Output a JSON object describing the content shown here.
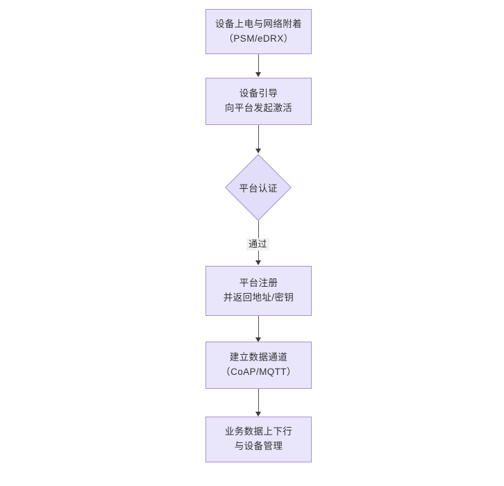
{
  "diagram": {
    "type": "flowchart",
    "orientation": "top-to-bottom",
    "background_color": "#ffffff",
    "node_fill_color": "#e9e5fb",
    "node_border_color": "#a98fd7",
    "node_text_color": "#333333",
    "edge_color": "#555555",
    "nodes": [
      {
        "id": "n1",
        "shape": "rectangle",
        "lines": [
          "设备上电与网络附着",
          "（PSM/eDRX）"
        ]
      },
      {
        "id": "n2",
        "shape": "rectangle",
        "lines": [
          "设备引导",
          "向平台发起激活"
        ]
      },
      {
        "id": "n3",
        "shape": "diamond",
        "lines": [
          "平台认证"
        ]
      },
      {
        "id": "n4",
        "shape": "rectangle",
        "lines": [
          "平台注册",
          "并返回地址/密钥"
        ]
      },
      {
        "id": "n5",
        "shape": "rectangle",
        "lines": [
          "建立数据通道",
          "（CoAP/MQTT）"
        ]
      },
      {
        "id": "n6",
        "shape": "rectangle",
        "lines": [
          "业务数据上下行",
          "与设备管理"
        ]
      }
    ],
    "edges": [
      {
        "id": "e1",
        "from": "n1",
        "to": "n2",
        "label": ""
      },
      {
        "id": "e2",
        "from": "n2",
        "to": "n3",
        "label": ""
      },
      {
        "id": "e3",
        "from": "n3",
        "to": "n4",
        "label": "通过"
      },
      {
        "id": "e4",
        "from": "n4",
        "to": "n5",
        "label": ""
      },
      {
        "id": "e5",
        "from": "n5",
        "to": "n6",
        "label": ""
      }
    ]
  }
}
